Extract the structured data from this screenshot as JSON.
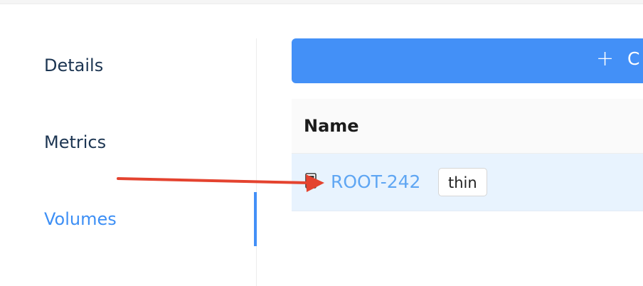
{
  "sidebar": {
    "items": [
      {
        "label": "Details",
        "active": false
      },
      {
        "label": "Metrics",
        "active": false
      },
      {
        "label": "Volumes",
        "active": true
      }
    ]
  },
  "toolbar": {
    "create_icon": "plus-icon",
    "create_label": "C"
  },
  "table": {
    "columns": [
      "Name"
    ],
    "rows": [
      {
        "icon": "volume-icon",
        "name": "ROOT-242",
        "tag": "thin"
      }
    ]
  },
  "colors": {
    "accent": "#4390f7",
    "link": "#5fa6f3",
    "row_highlight": "#e8f3fe",
    "annotation": "#e4432f"
  }
}
